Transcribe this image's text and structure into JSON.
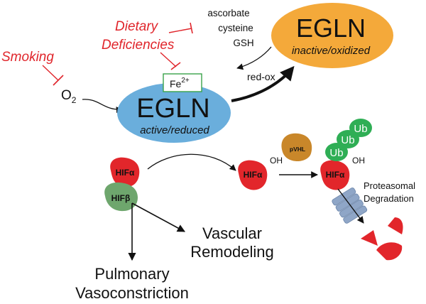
{
  "colors": {
    "red_text": "#e0252b",
    "egln_active_fill": "#6aaedc",
    "egln_inactive_fill": "#f4a93a",
    "hif_red": "#e2262b",
    "hif_beta_green": "#6ea66d",
    "pvhl_orange": "#c9872a",
    "ub_green": "#2fae55",
    "proteasome_blue": "#8fa6c7",
    "fe_box_border": "#3aa34a",
    "arrow": "#111111"
  },
  "labels": {
    "smoking": "Smoking",
    "dietary_line1": "Dietary",
    "dietary_line2": "Deficiencies",
    "o2_base": "O",
    "o2_sub": "2",
    "antioxidant_1": "ascorbate",
    "antioxidant_2": "cysteine",
    "antioxidant_3": "GSH",
    "fe_base": "Fe",
    "fe_sup": "2+",
    "egln": "EGLN",
    "egln_active_state": "active/reduced",
    "egln_inactive_state": "inactive/oxidized",
    "redox": "red-ox",
    "hif_alpha": "HIFα",
    "hif_beta": "HIFβ",
    "oh": "OH",
    "pvhl": "pVHL",
    "ub": "Ub",
    "proteasomal_1": "Proteasomal",
    "proteasomal_2": "Degradation",
    "vascular_1": "Vascular",
    "vascular_2": "Remodeling",
    "pulmonary_1": "Pulmonary",
    "pulmonary_2": "Vasoconstriction"
  }
}
